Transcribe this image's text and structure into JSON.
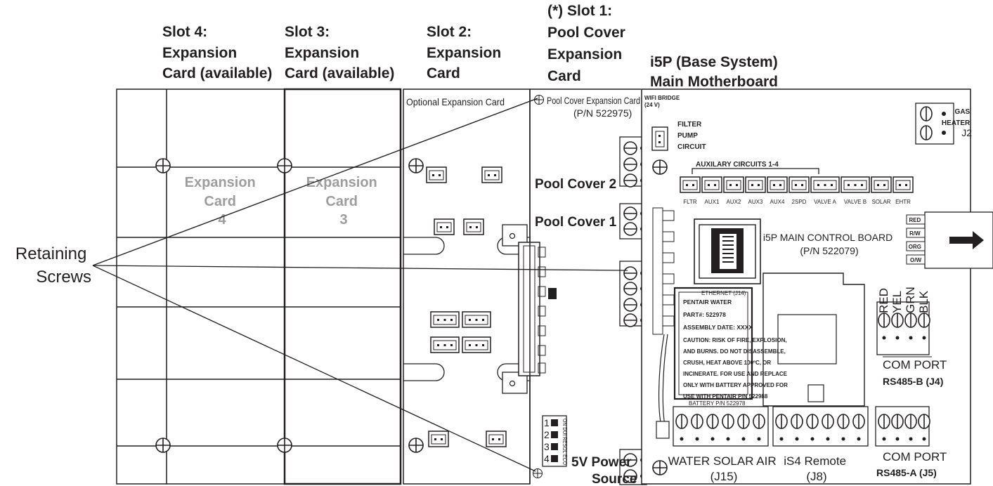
{
  "headers": {
    "slot4": [
      "Slot 4:",
      "Expansion",
      "Card (available)"
    ],
    "slot3": [
      "Slot 3:",
      "Expansion",
      "Card (available)"
    ],
    "slot2": [
      "Slot 2:",
      "Expansion",
      "Card"
    ],
    "slot1": [
      "(*) Slot 1:",
      "Pool Cover",
      "Expansion",
      "Card"
    ],
    "base": [
      "i5P (Base System)",
      "Main Motherboard"
    ]
  },
  "expansion_cards": {
    "card4": [
      "Expansion",
      "Card",
      "4"
    ],
    "card3": [
      "Expansion",
      "Card",
      "3"
    ]
  },
  "optional_card": "Optional Expansion Card",
  "pool_cover_card": [
    "Pool Cover Expansion Card",
    "(P/N 522975)"
  ],
  "pool_cover_labels": [
    "Pool Cover 2",
    "Pool Cover 1"
  ],
  "power_source": [
    "5V Power",
    "Source"
  ],
  "retaining_screws": [
    "Retaining",
    "Screws"
  ],
  "dip_switch": {
    "numbers": [
      "1",
      "2",
      "3",
      "4"
    ],
    "side_label": "ON DUI RESOL ECO"
  },
  "wifi_bridge": [
    "WIFI BRIDGE",
    "(24 V)"
  ],
  "filter_pump": [
    "FILTER",
    "PUMP",
    "CIRCUIT"
  ],
  "gas_heater": [
    "GAS",
    "HEATER",
    "J2"
  ],
  "aux_title": "AUXILARY CIRCUITS 1-4",
  "aux_connectors": [
    "FLTR",
    "AUX1",
    "AUX2",
    "AUX3",
    "AUX4",
    "2SPD",
    "VALVE A",
    "VALVE B",
    "SOLAR",
    "EHTR"
  ],
  "wire_colors": [
    "RED",
    "R/W",
    "ORG",
    "O/W"
  ],
  "main_board": [
    "i5P MAIN CONTROL BOARD",
    "(P/N 522079)"
  ],
  "ethernet": "ETHERNET (J14)",
  "battery_label": {
    "lines": [
      "PENTAIR WATER",
      "PART#: 522978",
      "ASSEMBLY DATE: XXXX",
      "CAUTION: RISK OF FIRE, EXPLOSION,",
      "AND BURNS.  DO NOT DISASSEMBLE,",
      "CRUSH, HEAT ABOVE 100ºC, OR",
      "INCINERATE. FOR USE AND REPLACE",
      "ONLY WITH BATTERY APPROVED FOR",
      "USE WITH PENTAIR P/N 522988"
    ]
  },
  "battery_pn": "BATTERY P/N 522978",
  "rs485b_wires": [
    "RED",
    "YEL",
    "GRN",
    "BLK"
  ],
  "com_port_b": [
    "COM PORT",
    "RS485-B (J4)"
  ],
  "com_port_a": [
    "COM PORT",
    "RS485-A (J5)"
  ],
  "water_solar_air": [
    "WATER SOLAR AIR",
    "(J15)"
  ],
  "is4_remote": [
    "iS4 Remote",
    "(J8)"
  ]
}
